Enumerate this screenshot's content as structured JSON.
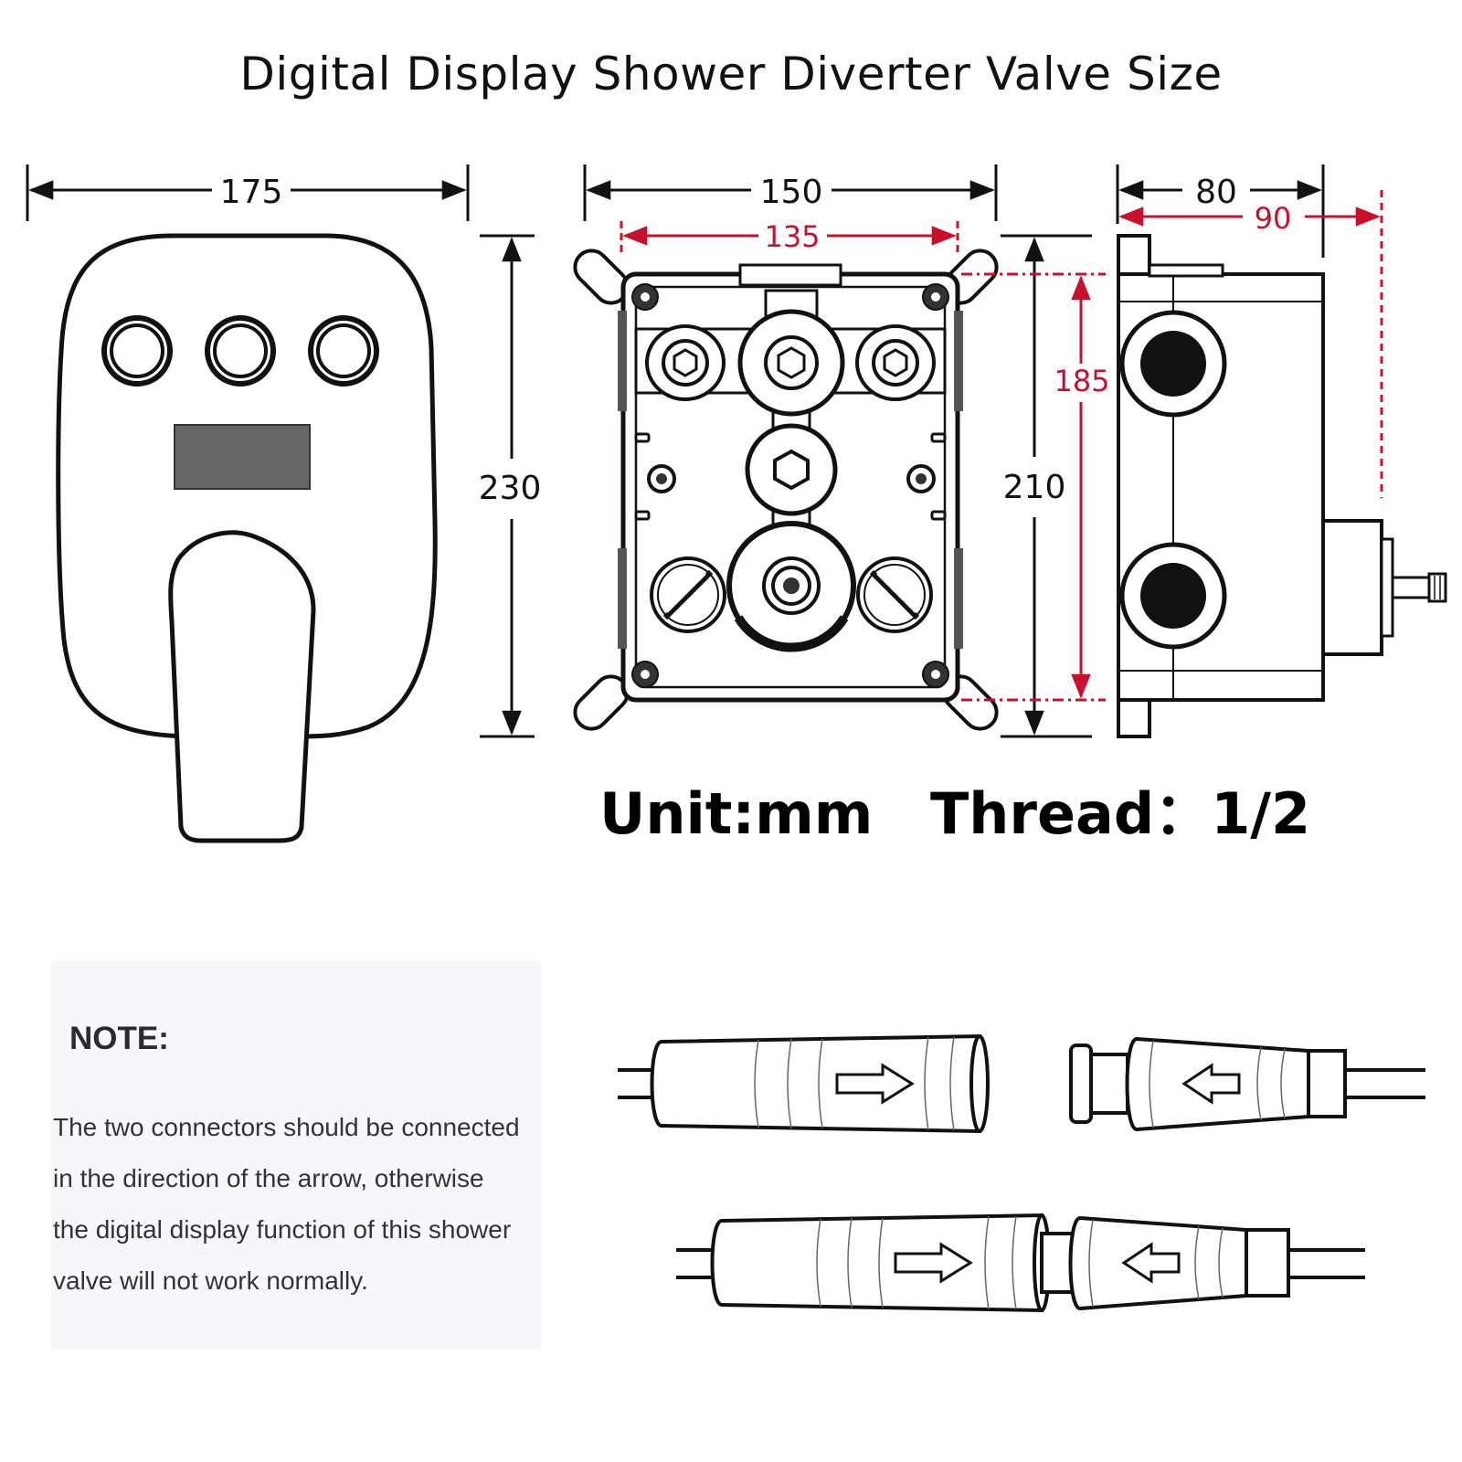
{
  "title": "Digital Display Shower Diverter Valve Size",
  "dimensions": {
    "panel_width": "175",
    "panel_height": "230",
    "box_width": "150",
    "box_mount_width": "135",
    "box_height": "210",
    "box_mount_height": "185",
    "side_depth": "80",
    "side_depth_max": "90"
  },
  "specs": {
    "unit": "Unit:mm",
    "thread": "Thread：1/2"
  },
  "note": {
    "title": "NOTE:",
    "lines": [
      "The two connectors should be connected",
      "in the direction of the arrow, otherwise",
      "the digital display function of this shower",
      "valve  will not work normally."
    ]
  },
  "colors": {
    "line": "#111111",
    "accent_red": "#c8102e",
    "display": "#666666",
    "note_bg": "#f5f9fb"
  }
}
